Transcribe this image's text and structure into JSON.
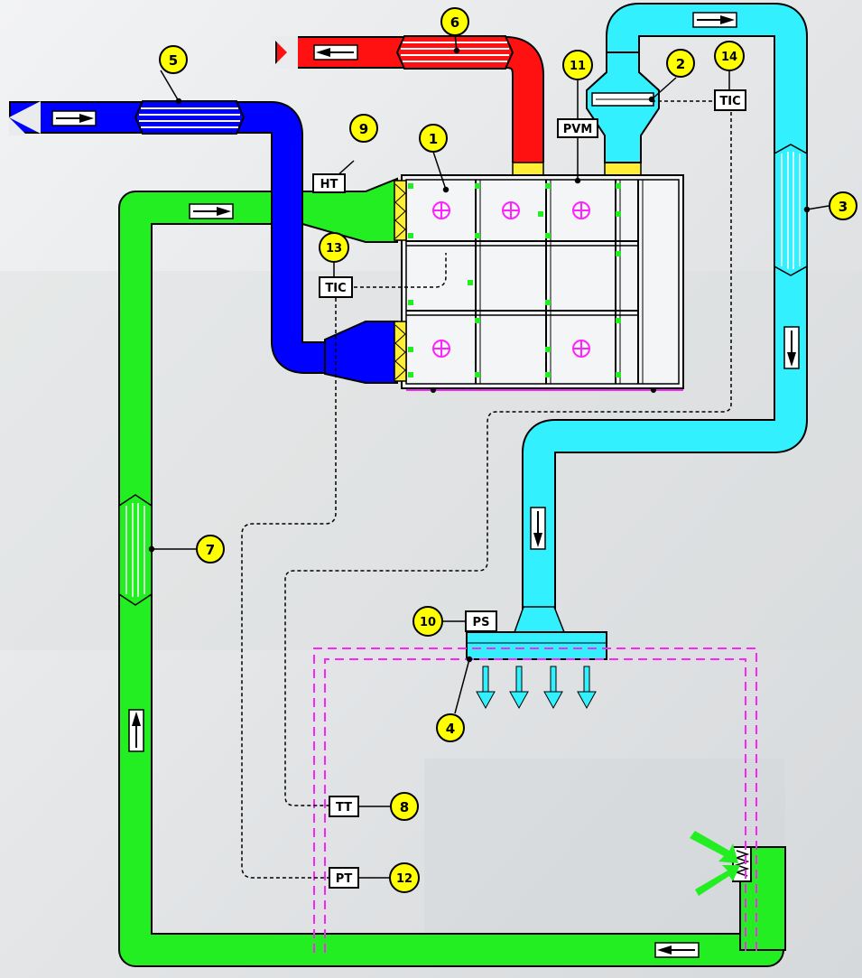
{
  "colors": {
    "supply": "#33f0ff",
    "return": "#22ee22",
    "outdoor_air": "#0000ff",
    "exhaust": "#ff1111",
    "callout_fill": "#ffff00",
    "room_boundary": "#ff22ff",
    "fan_symbol": "#ff22ff"
  },
  "callouts": [
    {
      "key": "n1",
      "text": "1"
    },
    {
      "key": "n2",
      "text": "2"
    },
    {
      "key": "n3",
      "text": "3"
    },
    {
      "key": "n4",
      "text": "4"
    },
    {
      "key": "n5",
      "text": "5"
    },
    {
      "key": "n6",
      "text": "6"
    },
    {
      "key": "n7",
      "text": "7"
    },
    {
      "key": "n8",
      "text": "8"
    },
    {
      "key": "n9",
      "text": "9"
    },
    {
      "key": "n10",
      "text": "10"
    },
    {
      "key": "n11",
      "text": "11"
    },
    {
      "key": "n12",
      "text": "12"
    },
    {
      "key": "n13",
      "text": "13"
    },
    {
      "key": "n14",
      "text": "14"
    }
  ],
  "instruments": {
    "ht": "HT",
    "pvm": "PVM",
    "tic_13": "TIC",
    "tic_14": "TIC",
    "ps": "PS",
    "tt": "TT",
    "pt": "PT"
  }
}
